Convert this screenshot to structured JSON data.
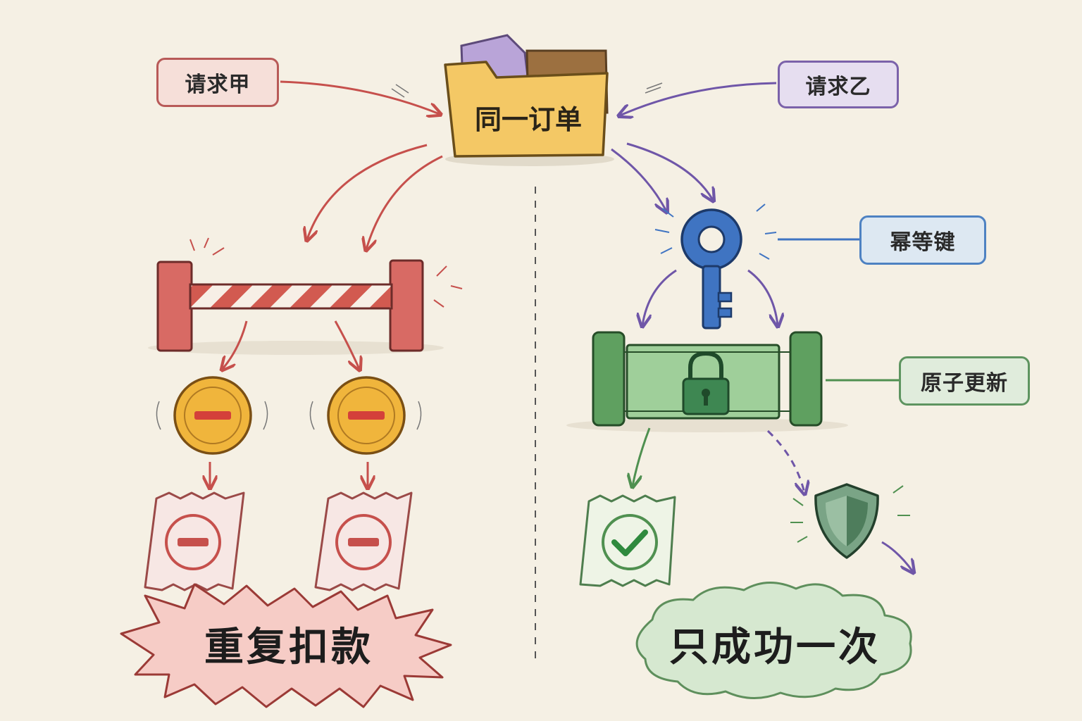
{
  "source_a": "请求甲",
  "source_b": "请求乙",
  "center": "同一订单",
  "idempotency_key": "幂等键",
  "atomic_update": "原子更新",
  "left_outcome": "重复扣款",
  "right_outcome": "只成功一次",
  "colors": {
    "red": "#c6504c",
    "purple": "#6f56a8",
    "blue": "#3f74c2",
    "green": "#4f9050",
    "coin": "#f0b53c",
    "folder": "#f4c865"
  },
  "icons": [
    "folder-icon",
    "barrier-icon",
    "coin-icon",
    "receipt-icon",
    "key-icon",
    "lock-icon",
    "gate-icon",
    "check-icon",
    "shield-icon"
  ]
}
